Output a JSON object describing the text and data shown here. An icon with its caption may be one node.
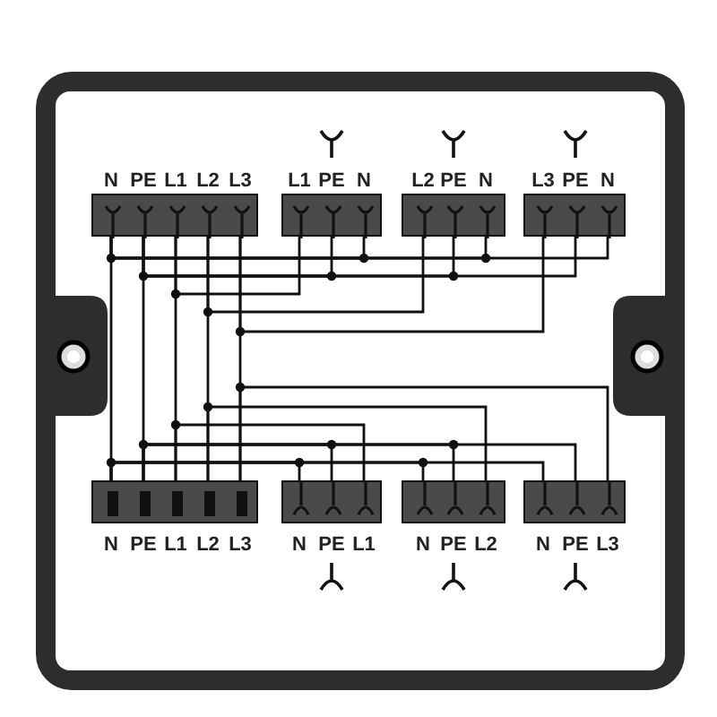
{
  "diagram": {
    "nodes": [
      {
        "text": [
          "N",
          "PE",
          "L1",
          "L2",
          "L3"
        ]
      },
      {
        "text": [
          "L1",
          "PE",
          "N"
        ]
      },
      {
        "text": [
          "L2",
          "PE",
          "N"
        ]
      },
      {
        "text": [
          "L3",
          "PE",
          "N"
        ]
      },
      {
        "text": [
          "N",
          "PE",
          "L1",
          "L2",
          "L3"
        ]
      },
      {
        "text": [
          "N",
          "PE",
          "L1"
        ]
      },
      {
        "text": [
          "N",
          "PE",
          "L2"
        ]
      },
      {
        "text": [
          "N",
          "PE",
          "L3"
        ]
      }
    ],
    "edges": [
      {
        "from": 0,
        "to": 1,
        "arrow": "none"
      },
      {
        "from": 0,
        "to": 2,
        "arrow": "none"
      },
      {
        "from": 0,
        "to": 3,
        "arrow": "none"
      },
      {
        "from": 0,
        "to": 4,
        "arrow": "none"
      },
      {
        "from": 4,
        "to": 5,
        "arrow": "none"
      },
      {
        "from": 4,
        "to": 6,
        "arrow": "none"
      },
      {
        "from": 4,
        "to": 7,
        "arrow": "none"
      }
    ]
  }
}
